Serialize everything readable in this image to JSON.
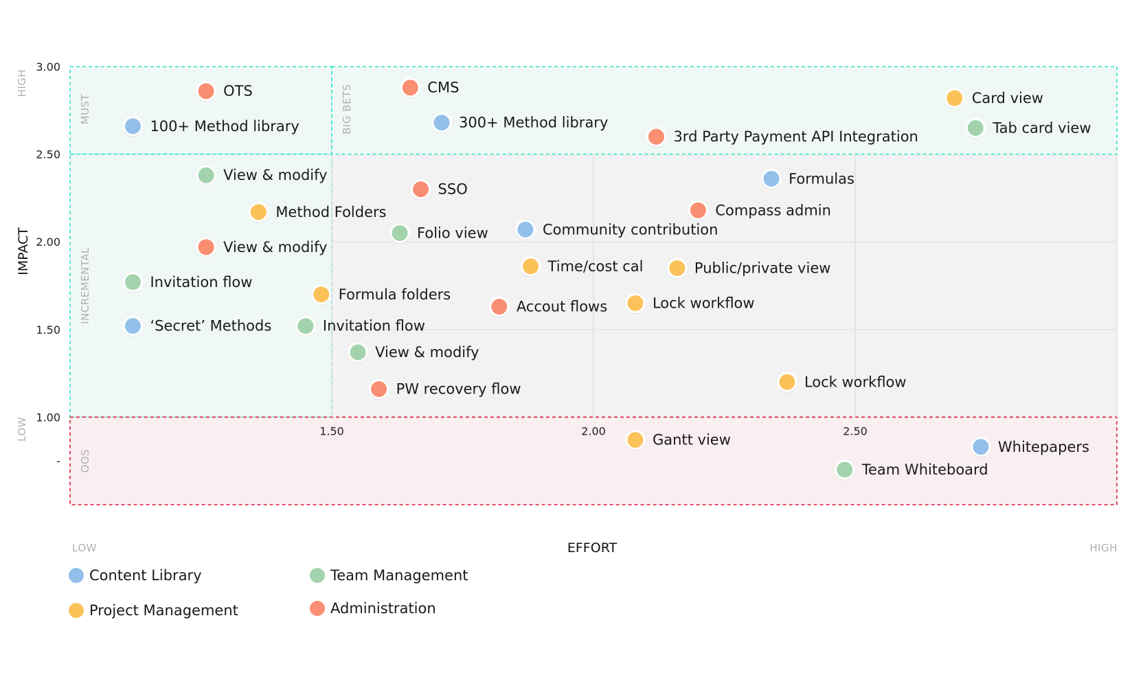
{
  "chart_data": {
    "type": "scatter",
    "xlabel": "EFFORT",
    "ylabel": "IMPACT",
    "xlim": [
      1.0,
      3.0
    ],
    "ylim": [
      0.5,
      3.0
    ],
    "x_ticks": [
      {
        "value": 1.5,
        "label": "1.50"
      },
      {
        "value": 2.0,
        "label": "2.00"
      },
      {
        "value": 2.5,
        "label": "2.50"
      }
    ],
    "y_ticks": [
      {
        "value": 3.0,
        "label": "3.00"
      },
      {
        "value": 2.5,
        "label": "2.50"
      },
      {
        "value": 2.0,
        "label": "2.00"
      },
      {
        "value": 1.5,
        "label": "1.50"
      },
      {
        "value": 1.0,
        "label": "1.00"
      },
      {
        "value": 0.75,
        "label": "-"
      }
    ],
    "x_end_labels": {
      "low": "LOW",
      "high": "HIGH"
    },
    "y_end_labels": {
      "low": "LOW",
      "high": "HIGH"
    },
    "grid": true,
    "legend_position": "bottom-left",
    "zones": [
      {
        "label": "MUST",
        "x": [
          1.0,
          1.5
        ],
        "y": [
          2.5,
          3.0
        ],
        "color": "#2ee6c7"
      },
      {
        "label": "BIG BETS",
        "x": [
          1.5,
          3.0
        ],
        "y": [
          2.5,
          3.0
        ],
        "color": "#2ee6c7"
      },
      {
        "label": "INCREMENTAL",
        "x": [
          1.0,
          1.5
        ],
        "y": [
          1.0,
          2.5
        ],
        "color": "#2ee6c7"
      },
      {
        "label": "OOS",
        "x": [
          1.0,
          3.0
        ],
        "y": [
          0.5,
          1.0
        ],
        "color": "#d81b3c"
      }
    ],
    "categories": [
      {
        "name": "Content Library",
        "color": "#92c0ea"
      },
      {
        "name": "Project Management",
        "color": "#fcc25a"
      },
      {
        "name": "Team Management",
        "color": "#a3d3ac"
      },
      {
        "name": "Administration",
        "color": "#fa8e72"
      }
    ],
    "points": [
      {
        "label": "OTS",
        "x": 1.26,
        "y": 2.86,
        "category": "Administration"
      },
      {
        "label": "100+ Method library",
        "x": 1.12,
        "y": 2.66,
        "category": "Content Library"
      },
      {
        "label": "CMS",
        "x": 1.65,
        "y": 2.88,
        "category": "Administration"
      },
      {
        "label": "300+ Method library",
        "x": 1.71,
        "y": 2.68,
        "category": "Content Library"
      },
      {
        "label": "3rd Party Payment API Integration",
        "x": 2.12,
        "y": 2.6,
        "category": "Administration"
      },
      {
        "label": "Card view",
        "x": 2.69,
        "y": 2.82,
        "category": "Project Management"
      },
      {
        "label": "Tab card view",
        "x": 2.73,
        "y": 2.65,
        "category": "Team Management"
      },
      {
        "label": "View & modify",
        "x": 1.26,
        "y": 2.38,
        "category": "Team Management"
      },
      {
        "label": "Method Folders",
        "x": 1.36,
        "y": 2.17,
        "category": "Project Management"
      },
      {
        "label": "View & modify",
        "x": 1.26,
        "y": 1.97,
        "category": "Administration"
      },
      {
        "label": "Invitation flow",
        "x": 1.12,
        "y": 1.77,
        "category": "Team Management"
      },
      {
        "label": "‘Secret’ Methods",
        "x": 1.12,
        "y": 1.52,
        "category": "Content Library"
      },
      {
        "label": "Formula folders",
        "x": 1.48,
        "y": 1.7,
        "category": "Project Management"
      },
      {
        "label": "Invitation flow",
        "x": 1.45,
        "y": 1.52,
        "category": "Team Management"
      },
      {
        "label": "SSO",
        "x": 1.67,
        "y": 2.3,
        "category": "Administration"
      },
      {
        "label": "Folio view",
        "x": 1.63,
        "y": 2.05,
        "category": "Team Management"
      },
      {
        "label": "View & modify",
        "x": 1.55,
        "y": 1.37,
        "category": "Team Management"
      },
      {
        "label": "PW recovery flow",
        "x": 1.59,
        "y": 1.16,
        "category": "Administration"
      },
      {
        "label": "Community contribution",
        "x": 1.87,
        "y": 2.07,
        "category": "Content Library"
      },
      {
        "label": "Time/cost cal",
        "x": 1.88,
        "y": 1.86,
        "category": "Project Management"
      },
      {
        "label": "Accout flows",
        "x": 1.82,
        "y": 1.63,
        "category": "Administration"
      },
      {
        "label": "Public/private view",
        "x": 2.16,
        "y": 1.85,
        "category": "Project Management"
      },
      {
        "label": "Lock workflow",
        "x": 2.08,
        "y": 1.65,
        "category": "Project Management"
      },
      {
        "label": "Formulas",
        "x": 2.34,
        "y": 2.36,
        "category": "Content Library"
      },
      {
        "label": "Compass admin",
        "x": 2.2,
        "y": 2.18,
        "category": "Administration"
      },
      {
        "label": "Lock workflow",
        "x": 2.37,
        "y": 1.2,
        "category": "Project Management"
      },
      {
        "label": "Gantt view",
        "x": 2.08,
        "y": 0.87,
        "category": "Project Management"
      },
      {
        "label": "Whitepapers",
        "x": 2.74,
        "y": 0.83,
        "category": "Content Library"
      },
      {
        "label": "Team Whiteboard",
        "x": 2.48,
        "y": 0.7,
        "category": "Team Management"
      }
    ]
  }
}
